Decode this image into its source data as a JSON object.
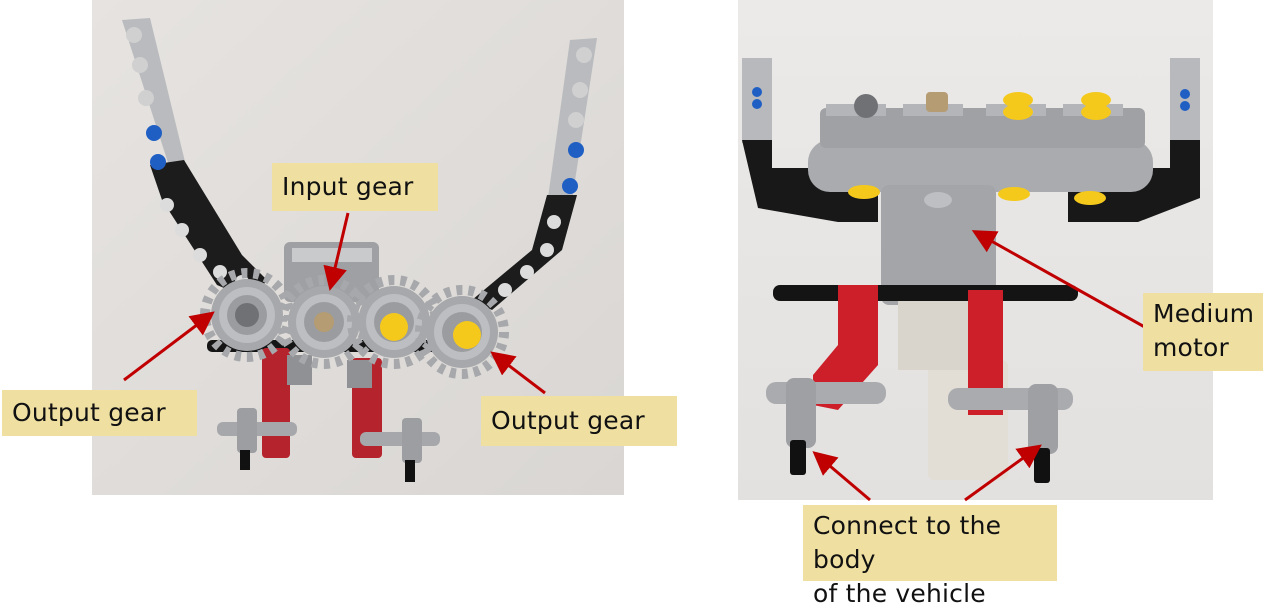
{
  "figure": {
    "left_photo": {
      "subject": "LEGO gear train assembly (top view)",
      "labels": {
        "input_gear": "Input gear",
        "output_gear_left": "Output gear",
        "output_gear_right": "Output gear"
      }
    },
    "right_photo": {
      "subject": "LEGO gear train assembly (rear view)",
      "labels": {
        "medium_motor_line1": "Medium",
        "medium_motor_line2": "motor",
        "connect_line1": "Connect to the body",
        "connect_line2": "of the vehicle"
      }
    },
    "colors": {
      "label_bg": "#efe0a2",
      "arrow": "#c00000",
      "lego_red": "#c8202b",
      "lego_gray": "#a9abae",
      "lego_black": "#1b1b1b",
      "lego_yellow": "#f4c91c",
      "lego_blue": "#1f5fc4",
      "lego_tan": "#b59c72"
    }
  }
}
